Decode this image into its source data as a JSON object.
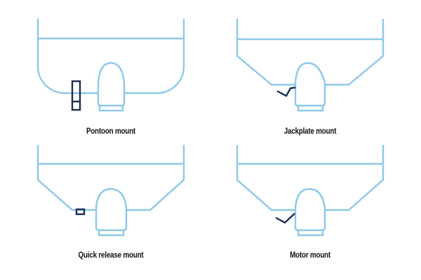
{
  "colors": {
    "hull_stroke": "#8cc8e8",
    "mount_stroke": "#1b2d52",
    "label_text": "#111111",
    "background": "#ffffff"
  },
  "panels": [
    {
      "id": "pontoon",
      "label": "Pontoon mount",
      "hull_shape": "rounded",
      "mount_icon": "vertical-bracket"
    },
    {
      "id": "jackplate",
      "label": "Jackplate mount",
      "hull_shape": "v-hull",
      "mount_icon": "zigzag-plate"
    },
    {
      "id": "quick-release",
      "label": "Quick release mount",
      "hull_shape": "v-hull",
      "mount_icon": "small-bracket"
    },
    {
      "id": "motor",
      "label": "Motor mount",
      "hull_shape": "v-hull",
      "mount_icon": "angled-bracket"
    }
  ]
}
